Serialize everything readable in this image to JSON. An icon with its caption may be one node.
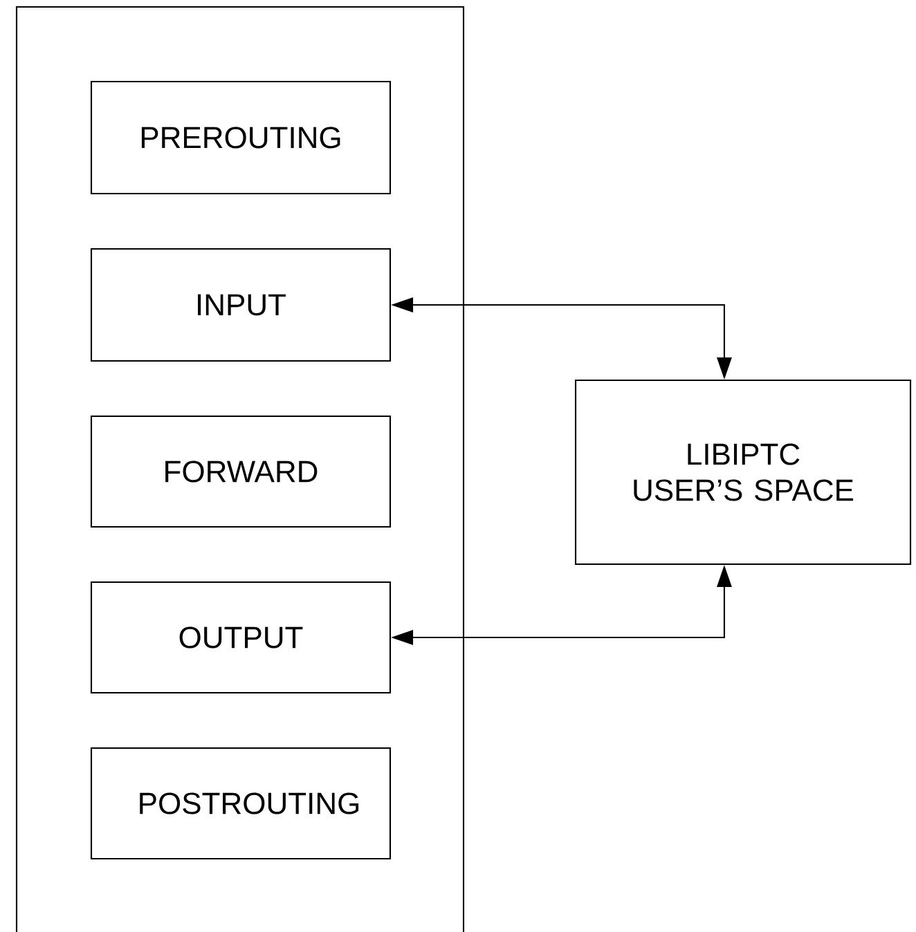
{
  "diagram": {
    "nodes": [
      {
        "text": [],
        "shape": "box"
      },
      {
        "text": [
          "PREROUTING"
        ],
        "in": 0
      },
      {
        "text": [
          "INPUT"
        ],
        "in": 0
      },
      {
        "text": [
          "FORWARD"
        ],
        "in": 0
      },
      {
        "text": [
          "OUTPUT"
        ],
        "in": 0
      },
      {
        "text": [
          "POSTROUTING"
        ],
        "in": 0
      },
      {
        "text": [
          "LIBIPTC USER’S SPACE"
        ]
      }
    ],
    "edges": [
      {
        "from": 2,
        "to": 6,
        "arrow": "both"
      },
      {
        "from": 4,
        "to": 6,
        "arrow": "both"
      }
    ]
  }
}
